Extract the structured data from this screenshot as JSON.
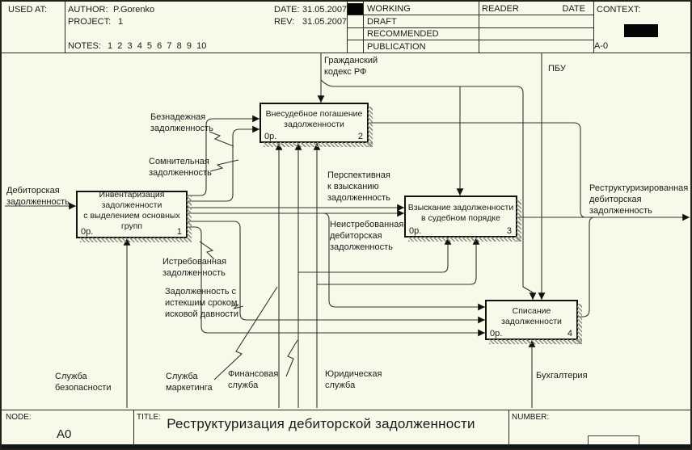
{
  "header": {
    "used_at_label": "USED AT:",
    "author_label": "AUTHOR:",
    "author": "P.Gorenko",
    "project_label": "PROJECT:",
    "project": "1",
    "notes_label": "NOTES:",
    "notes": "1  2  3  4  5  6  7  8  9  10",
    "date_label": "DATE:",
    "date": "31.05.2007",
    "rev_label": "REV:",
    "rev": "31.05.2007",
    "status_rows": [
      "WORKING",
      "DRAFT",
      "RECOMMENDED",
      "PUBLICATION"
    ],
    "reader_label": "READER",
    "reader_date_label": "DATE",
    "context_label": "CONTEXT:",
    "context_node": "A-0"
  },
  "footer": {
    "node_label": "NODE:",
    "node": "A0",
    "title_label": "TITLE:",
    "title": "Реструктуризация дебиторской задолженности",
    "number_label": "NUMBER:"
  },
  "boxes": [
    {
      "name": "Инвентаризация\nзадолженности\nс выделением основных\nгрупп",
      "cost": "0р.",
      "num": "1"
    },
    {
      "name": "Внесудебное погашение\nзадолженности",
      "cost": "0р.",
      "num": "2"
    },
    {
      "name": "Взыскание задолженности\nв судебном порядке",
      "cost": "0р.",
      "num": "3"
    },
    {
      "name": "Списание\nзадолженности",
      "cost": "0р.",
      "num": "4"
    }
  ],
  "labels": {
    "grazhdanskiy_kodeks": "Гражданский\nкодекс РФ",
    "pbu": "ПБУ",
    "debitorskaya": "Дебиторская\nзадолженность",
    "beznadezhnaya": "Безнадежная\nзадолженность",
    "somnitelnaya": "Сомнительная\nзадолженность",
    "perspektivnaya": "Перспективная\nк взысканию\nзадолженность",
    "neistrebovannaya": "Неистребованная\nдебиторская\nзадолженность",
    "istrebovannaya": "Истребованная\nзадолженность",
    "istekshiy_srok": "Задолженность с\nистекшим сроком\nисковой давности",
    "sluzhba_bezopasnosti": "Служба\nбезопасности",
    "sluzhba_marketinga": "Служба\nмаркетинга",
    "finansovaya_sluzhba": "Финансовая\nслужба",
    "yuridicheskaya_sluzhba": "Юридическая\nслужба",
    "buhgalteriya": "Бухгалтерия",
    "restrukturizirovannaya": "Реструктуризированная\nдебиторская\nзадолженность"
  },
  "icons": {
    "working_marker": "filled-black-square",
    "context_thumbnail": "filled-black-rectangle"
  },
  "colors": {
    "background": "#f9f9ea",
    "line": "#35352e",
    "shadow_hatch": "#8e8e85",
    "text": "#1a1a1a"
  }
}
